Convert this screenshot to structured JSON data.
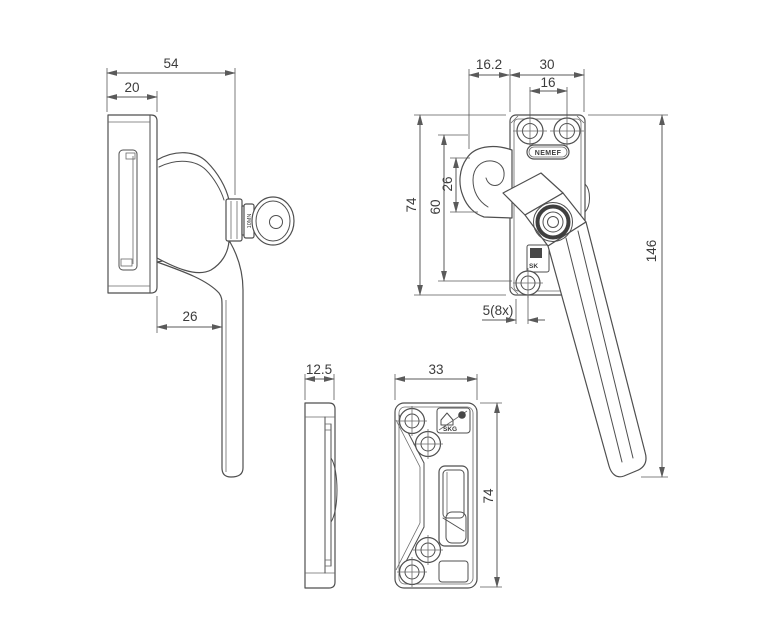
{
  "colors": {
    "background": "#ffffff",
    "line": "#4f4f4f",
    "dimension": "#5a5a5a",
    "text": "#3c3c3c"
  },
  "views": {
    "handle_side": {
      "dim_total_depth": "54",
      "dim_plate_depth": "20",
      "dim_lever_offset": "26",
      "key_marking": "10MN"
    },
    "handle_front": {
      "dim_hook_offset": "16.2",
      "dim_plate_width": "30",
      "dim_screw_spacing": "16",
      "dim_hook_height": "26",
      "dim_screw_span": "60",
      "dim_plate_height": "74",
      "dim_total_height": "146",
      "dim_screw_note": "5(8x)",
      "brand_label": "NEMEF",
      "cert_label_partial": "SK"
    },
    "keeper_side": {
      "dim_depth": "12.5"
    },
    "keeper_front": {
      "dim_width": "33",
      "dim_height": "74",
      "cert_label": "SKG"
    }
  }
}
